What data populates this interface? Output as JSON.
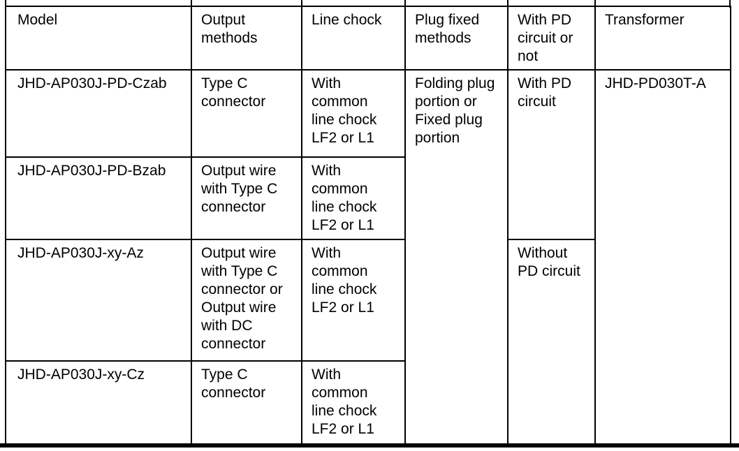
{
  "colors": {
    "border": "#000000",
    "text": "#000000",
    "background": "#ffffff"
  },
  "table": {
    "columns": [
      "Model",
      "Output\nmethods",
      "Line chock",
      "Plug fixed\nmethods",
      "With PD\ncircuit or\nnot",
      "Transformer"
    ],
    "rows": [
      {
        "model": "JHD-AP030J-PD-Czab",
        "output_methods": "Type C\nconnector",
        "line_chock": "With\ncommon\nline chock\nLF2 or L1"
      },
      {
        "model": "JHD-AP030J-PD-Bzab",
        "output_methods": "Output wire\nwith Type C\nconnector",
        "line_chock": "With\ncommon\nline chock\nLF2 or L1"
      },
      {
        "model": "JHD-AP030J-xy-Az",
        "output_methods": "Output wire\nwith Type C\nconnector or\nOutput wire\nwith DC\nconnector",
        "line_chock": "With\ncommon\nline chock\nLF2 or L1"
      },
      {
        "model": "JHD-AP030J-xy-Cz",
        "output_methods": "Type C\nconnector",
        "line_chock": "With\ncommon\nline chock\nLF2 or L1"
      }
    ],
    "merged_cells": {
      "plug_fixed_methods": "Folding plug\nportion or\nFixed plug\nportion",
      "pd_circuit_rows_1_2": "With PD\ncircuit",
      "pd_circuit_rows_3_4": "Without\nPD circuit",
      "transformer": "JHD-PD030T-A"
    }
  }
}
